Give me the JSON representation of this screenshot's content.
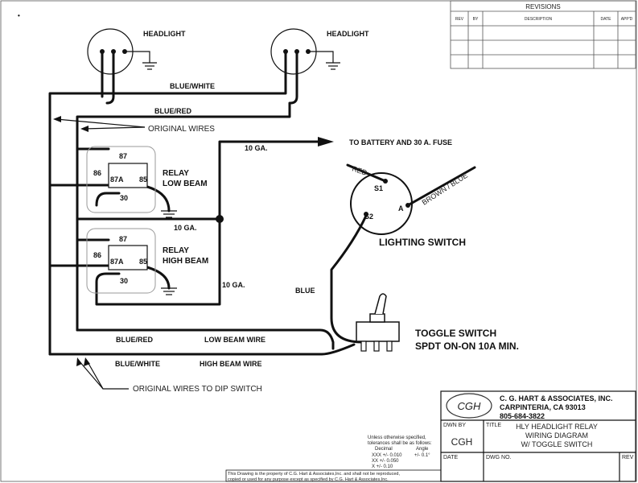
{
  "components": {
    "headlight_left": "HEADLIGHT",
    "headlight_right": "HEADLIGHT",
    "relay_low": {
      "name": "RELAY",
      "sub": "LOW BEAM",
      "pins": [
        "87",
        "86",
        "87A",
        "85",
        "30"
      ]
    },
    "relay_high": {
      "name": "RELAY",
      "sub": "HIGH BEAM",
      "pins": [
        "87",
        "86",
        "87A",
        "85",
        "30"
      ]
    },
    "lighting_switch": {
      "name": "LIGHTING SWITCH",
      "terminals": [
        "S1",
        "S2",
        "A"
      ]
    },
    "toggle_switch": {
      "line1": "TOGGLE SWITCH",
      "line2": "SPDT  ON-ON  10A MIN."
    }
  },
  "wires": {
    "blue_white_top": "BLUE/WHITE",
    "blue_red_top": "BLUE/RED",
    "original_wires": "ORIGINAL WIRES",
    "ten_ga_top": "10 GA.",
    "to_battery": "TO BATTERY AND 30 A. FUSE",
    "red": "RED",
    "brown_blue": "BROWN / BLUE",
    "ten_ga_mid": "10 GA.",
    "ten_ga_low": "10 GA.",
    "blue": "BLUE",
    "blue_red_bottom": "BLUE/RED",
    "low_beam_wire": "LOW BEAM WIRE",
    "blue_white_bottom": "BLUE/WHITE",
    "high_beam_wire": "HIGH BEAM WIRE",
    "original_wires_dip": "ORIGINAL WIRES TO DIP SWITCH"
  },
  "revisions": {
    "title": "REVISIONS",
    "headers": [
      "REV",
      "BY",
      "DESCRIPTION",
      "DATE",
      "APP'D"
    ]
  },
  "title_block": {
    "logo": "CGH",
    "company": "C. G. HART & ASSOCIATES, INC.",
    "city": "CARPINTERIA, CA 93013",
    "phone": "805-684-3822",
    "dwn_by_label": "DWN BY",
    "dwn_by": "CGH",
    "title_label": "TITLE",
    "title_lines": [
      "HLY HEADLIGHT RELAY",
      "WIRING DIAGRAM",
      "W/ TOGGLE SWITCH"
    ],
    "date_label": "DATE",
    "dwg_label": "DWG NO.",
    "rev_label": "REV"
  },
  "tolerances": {
    "line1": "Unless otherwise specified,",
    "line2": "tolerances shall be as follows:",
    "col_decimal": "Decimal",
    "col_angle": "Angle",
    "rows": [
      "XXX  +/- 0.010",
      "XX   +/- 0.050",
      "X    +/- 0.10"
    ],
    "angle": "+/- 0.1°"
  },
  "notice": {
    "line1": "This Drawing is the property of C.G. Hart & Associates,Inc. and shall not  be reproduced,",
    "line2": "copied or used for any purpose except as specified by C.G. Hart & Associates,Inc."
  }
}
